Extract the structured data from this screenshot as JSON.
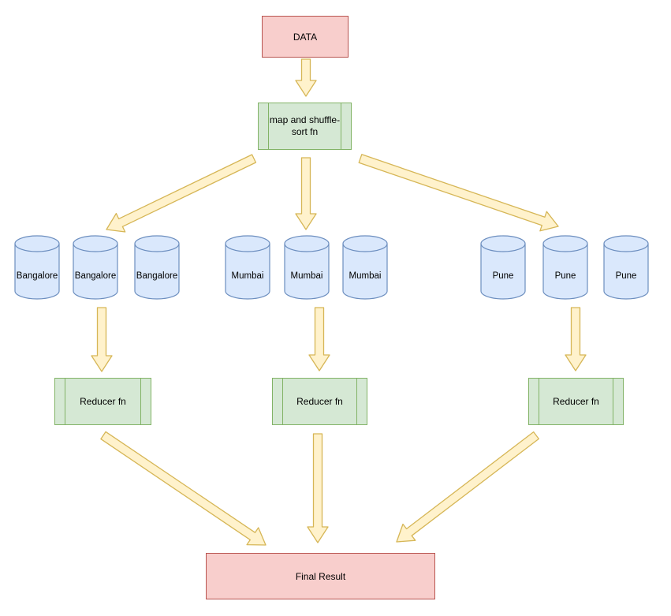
{
  "diagram": {
    "type": "mapreduce-flow",
    "background": "#ffffff",
    "palette": {
      "source_fill": "#f8cecc",
      "source_stroke": "#b85450",
      "process_fill": "#d5e8d4",
      "process_stroke": "#82b366",
      "datastore_fill": "#dae8fc",
      "datastore_stroke": "#6c8ebf",
      "arrow_fill": "#fff2cc",
      "arrow_stroke": "#d6b656"
    },
    "nodes": {
      "data": {
        "label": "DATA"
      },
      "map": {
        "label": "map and shuffle-sort fn"
      },
      "clusters": [
        {
          "name": "bangalore",
          "cylinders": [
            "Bangalore",
            "Bangalore",
            "Bangalore"
          ],
          "reducer": "Reducer fn"
        },
        {
          "name": "mumbai",
          "cylinders": [
            "Mumbai",
            "Mumbai",
            "Mumbai"
          ],
          "reducer": "Reducer fn"
        },
        {
          "name": "pune",
          "cylinders": [
            "Pune",
            "Pune",
            "Pune"
          ],
          "reducer": "Reducer fn"
        }
      ],
      "final": {
        "label": "Final Result"
      }
    },
    "edges": [
      "DATA -> map and shuffle-sort fn",
      "map and shuffle-sort fn -> Bangalore group",
      "map and shuffle-sort fn -> Mumbai group",
      "map and shuffle-sort fn -> Pune group",
      "Bangalore group -> Reducer fn",
      "Mumbai group -> Reducer fn",
      "Pune group -> Reducer fn",
      "Reducer fn (Bangalore) -> Final Result",
      "Reducer fn (Mumbai) -> Final Result",
      "Reducer fn (Pune) -> Final Result"
    ]
  }
}
